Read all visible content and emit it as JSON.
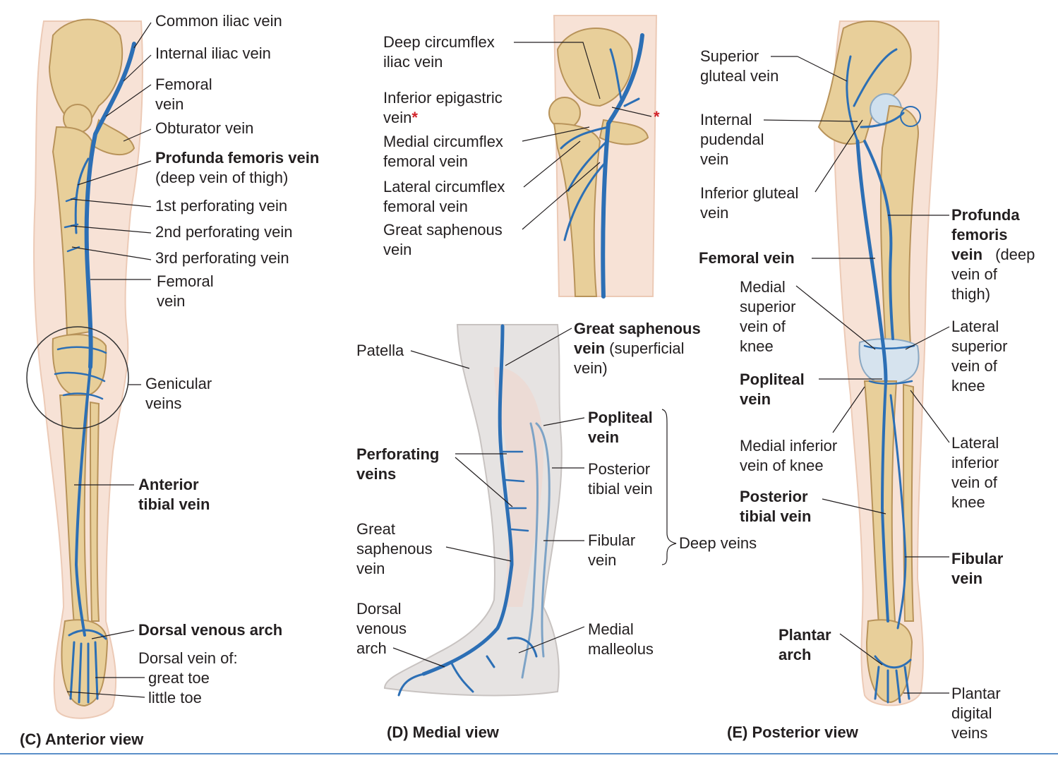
{
  "colors": {
    "vein": "#2c6fb5",
    "bone": "#e8cf9a",
    "skin": "#f7e2d6",
    "leader": "#231f20",
    "asterisk": "#d2232a"
  },
  "panel_c": {
    "caption": "(C) Anterior view",
    "labels": {
      "common_iliac": "Common iliac vein",
      "internal_iliac": "Internal iliac vein",
      "femoral_upper": "Femoral\nvein",
      "obturator": "Obturator vein",
      "profunda": "Profunda femoris vein",
      "profunda_sub": "(deep vein of thigh)",
      "perf1": "1st perforating vein",
      "perf2": "2nd perforating vein",
      "perf3": "3rd perforating vein",
      "femoral_lower": "Femoral\nvein",
      "genicular": "Genicular\nveins",
      "anterior_tibial": "Anterior\ntibial vein",
      "dorsal_arch": "Dorsal venous arch",
      "dorsal_vein_of": "Dorsal vein of:",
      "great_toe": "great toe",
      "little_toe": "little toe"
    }
  },
  "panel_d_upper": {
    "labels": {
      "deep_circumflex": "Deep circumflex\niliac vein",
      "inferior_epigastric": "Inferior epigastric\nvein",
      "asterisk": "*",
      "medial_circumflex": "Medial circumflex\nfemoral vein",
      "lateral_circumflex": "Lateral circumflex\nfemoral vein",
      "great_saphenous": "Great saphenous\nvein"
    }
  },
  "panel_d": {
    "caption": "(D) Medial view",
    "labels": {
      "patella": "Patella",
      "great_saphenous_title": "Great saphenous",
      "great_saphenous_vein_word": "vein",
      "great_saphenous_sub": " (superficial",
      "great_saphenous_sub2": "vein)",
      "popliteal": "Popliteal\nvein",
      "perforating": "Perforating\nveins",
      "posterior_tibial": "Posterior\ntibial vein",
      "great_saphenous_lower": "Great\nsaphenous\nvein",
      "fibular": "Fibular\nvein",
      "deep_veins": "Deep veins",
      "dorsal_arch": "Dorsal\nvenous\narch",
      "medial_malleolus": "Medial\nmalleolus"
    }
  },
  "panel_e": {
    "caption": "(E) Posterior view",
    "labels": {
      "superior_gluteal": "Superior\ngluteal vein",
      "internal_pudendal": "Internal\npudendal\nvein",
      "inferior_gluteal": "Inferior gluteal\nvein",
      "profunda_title": "Profunda\nfemoris\nvein",
      "profunda_sub": " (deep",
      "profunda_sub2": "vein of\nthigh)",
      "femoral": "Femoral vein",
      "medial_superior_knee": "Medial\nsuperior\nvein of\nknee",
      "lateral_superior_knee": "Lateral\nsuperior\nvein of\nknee",
      "popliteal": "Popliteal\nvein",
      "medial_inferior_knee": "Medial inferior\nvein of knee",
      "lateral_inferior_knee": "Lateral\ninferior\nvein of\nknee",
      "posterior_tibial": "Posterior\ntibial vein",
      "fibular": "Fibular\nvein",
      "plantar_arch": "Plantar\narch",
      "plantar_digital": "Plantar\ndigital\nveins"
    }
  }
}
